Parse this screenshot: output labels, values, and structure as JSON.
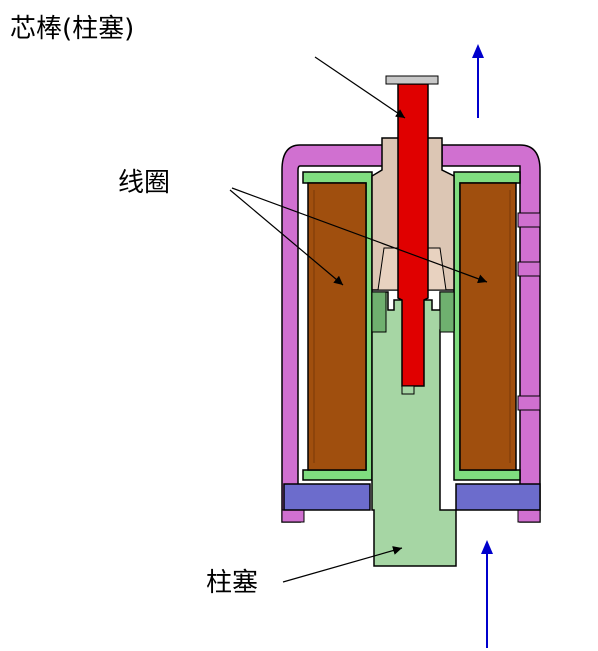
{
  "labels": {
    "plunger_top": "芯棒(柱塞)",
    "coil": "线圈",
    "plunger_bottom": "柱塞"
  },
  "colors": {
    "housing": "#d070d0",
    "coil": "#a04f0e",
    "bobbin": "#80dd80",
    "plunger": "#a6d6a4",
    "rod": "#e00000",
    "bushing": "#dcc6b4",
    "base_plate": "#6c6ccc",
    "arrow": "#0000cc",
    "outline": "#000000"
  }
}
